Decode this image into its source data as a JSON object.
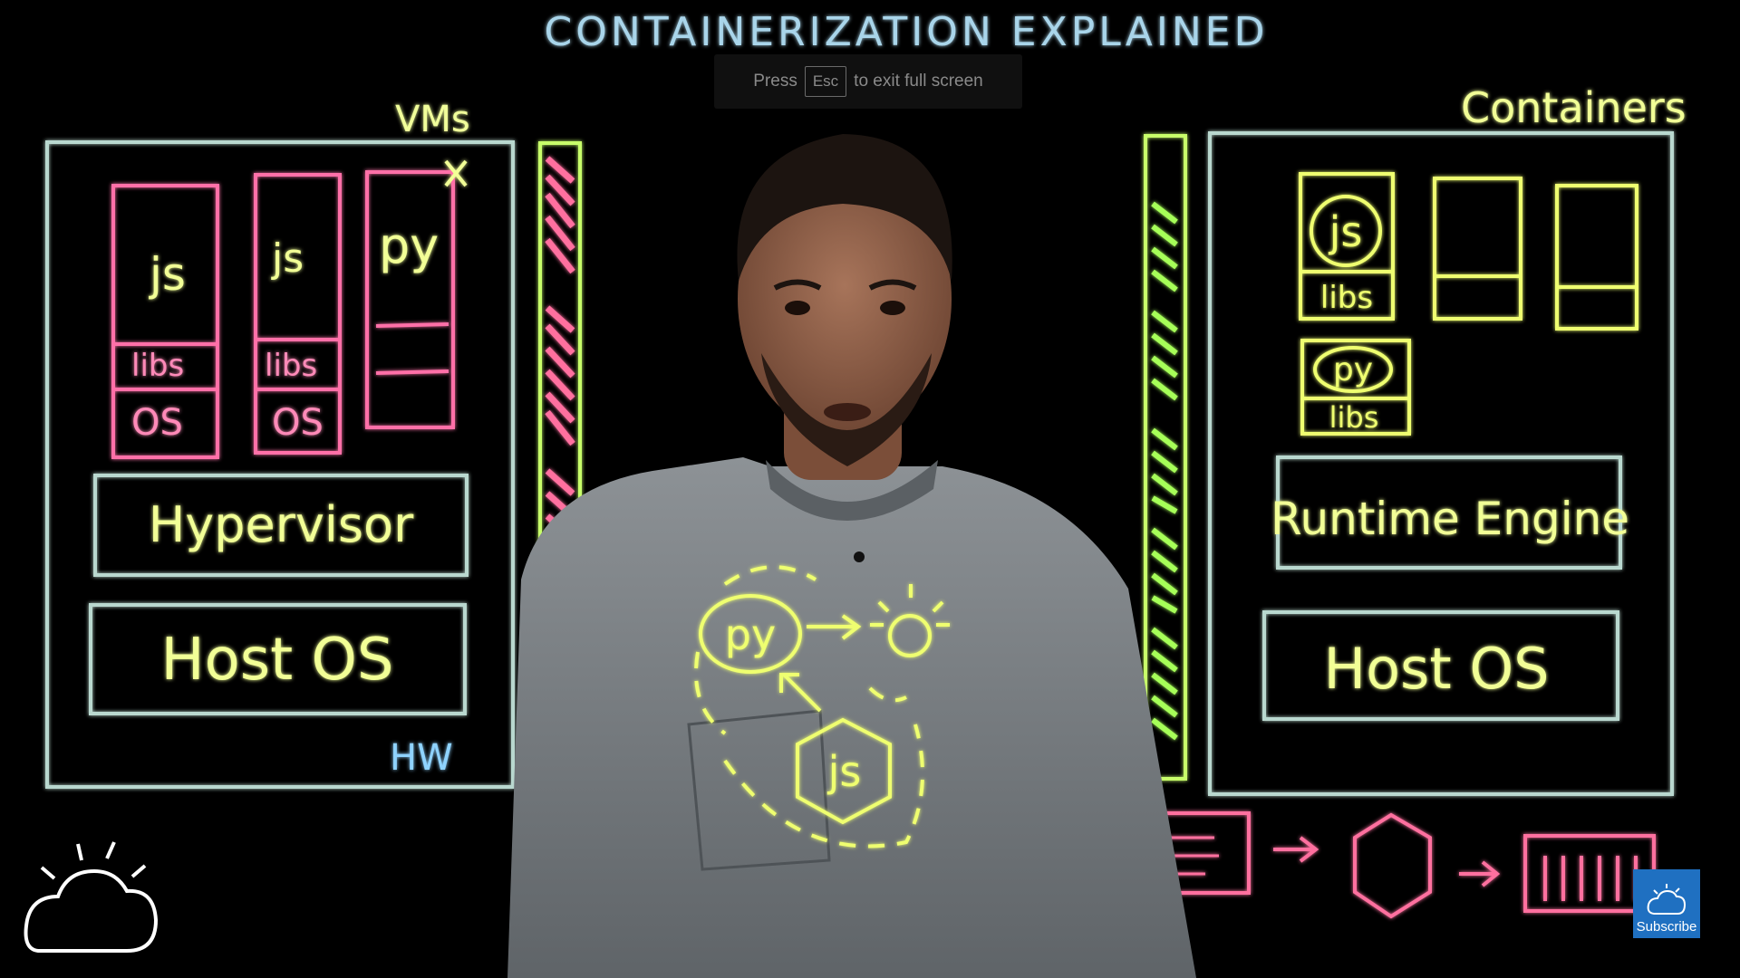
{
  "video": {
    "board_title": "CONTAINERIZATION EXPLAINED",
    "fullscreen_toast": {
      "before": "Press",
      "key": "Esc",
      "after": "to exit full screen"
    },
    "vms_panel": {
      "label": "VMs",
      "vm_apps": [
        "js",
        "js",
        "py"
      ],
      "libs_label": "libs",
      "os_label": "OS",
      "hypervisor_label": "Hypervisor",
      "host_os_label": "Host OS",
      "hw_label": "HW"
    },
    "containers_panel": {
      "label": "Containers",
      "js_label": "js",
      "py_label": "py",
      "libs_label": "libs",
      "runtime_label": "Runtime Engine",
      "host_os_label": "Host OS"
    },
    "shirt_drawing": {
      "py_label": "py",
      "js_label": "js"
    },
    "subscribe_label": "Subscribe",
    "colors": {
      "board_outline": "#b9d8cf",
      "vm_pink": "#ff6fa8",
      "vm_yellow": "#eaff8a",
      "container_yellow": "#efff70",
      "neon_green": "#c8ff6a",
      "subscribe_bg": "#1f70c1"
    }
  }
}
